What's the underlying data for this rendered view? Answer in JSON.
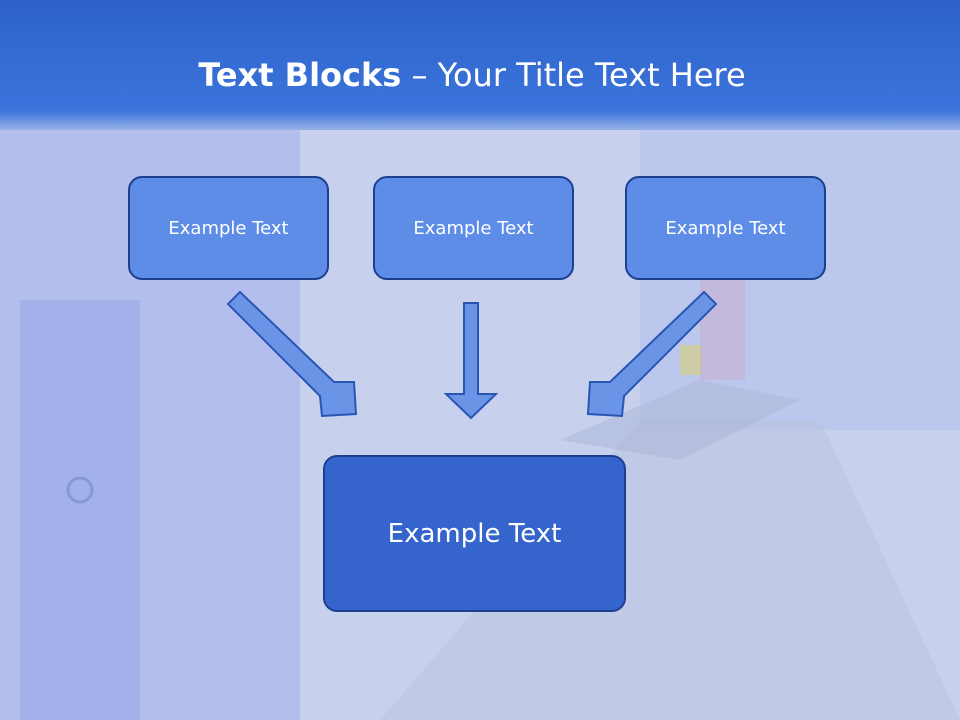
{
  "slide": {
    "title_bold": "Text Blocks",
    "title_dash": " – ",
    "title_rest": "Your Title Text Here"
  },
  "blocks": [
    {
      "label": "Example Text"
    },
    {
      "label": "Example Text"
    },
    {
      "label": "Example Text"
    }
  ],
  "target_block": {
    "label": "Example Text"
  },
  "colors": {
    "header": "#2e62c8",
    "small_box": "#5d8de6",
    "big_box": "#3565cc",
    "box_border": "#1e3f8c",
    "arrow_fill": "#6a95e6"
  }
}
